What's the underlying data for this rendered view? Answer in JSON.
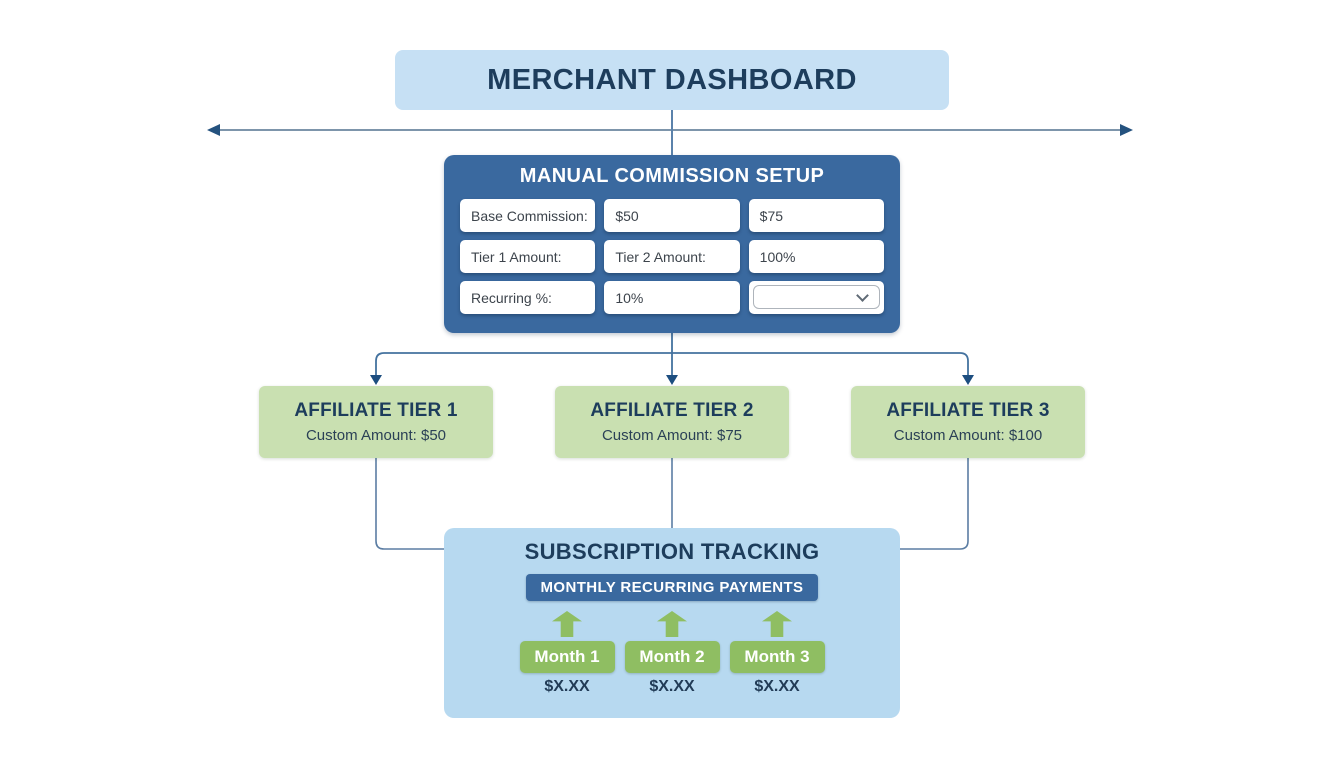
{
  "header": {
    "title": "MERCHANT DASHBOARD"
  },
  "commission": {
    "title": "MANUAL COMMISSION SETUP",
    "cells": [
      {
        "kind": "label",
        "text": "Base Commission:"
      },
      {
        "kind": "input",
        "text": "$50"
      },
      {
        "kind": "input",
        "text": "$75"
      },
      {
        "kind": "label",
        "text": "Tier 1 Amount:"
      },
      {
        "kind": "label",
        "text": "Tier 2 Amount:"
      },
      {
        "kind": "input",
        "text": "100%"
      },
      {
        "kind": "label",
        "text": "Recurring %:"
      },
      {
        "kind": "input",
        "text": "10%"
      },
      {
        "kind": "select",
        "text": ""
      }
    ]
  },
  "tiers": [
    {
      "title": "AFFILIATE TIER 1",
      "subtitle": "Custom Amount: $50"
    },
    {
      "title": "AFFILIATE TIER 2",
      "subtitle": "Custom Amount: $75"
    },
    {
      "title": "AFFILIATE TIER 3",
      "subtitle": "Custom Amount: $100"
    }
  ],
  "subscription": {
    "title": "SUBSCRIPTION TRACKING",
    "badge": "MONTHLY RECURRING PAYMENTS",
    "months": [
      {
        "label": "Month 1",
        "amount": "$X.XX"
      },
      {
        "label": "Month 2",
        "amount": "$X.XX"
      },
      {
        "label": "Month 3",
        "amount": "$X.XX"
      }
    ]
  },
  "colors": {
    "header_bg": "#c6e0f4",
    "panel_blue": "#3a699f",
    "subscription_bg": "#b7d9f0",
    "tier_green": "#c9e0b1",
    "month_green": "#8fbe62",
    "navy_text": "#1d3d5c",
    "connector_line": "#4a78a8",
    "arrowhead": "#1f4e79"
  }
}
